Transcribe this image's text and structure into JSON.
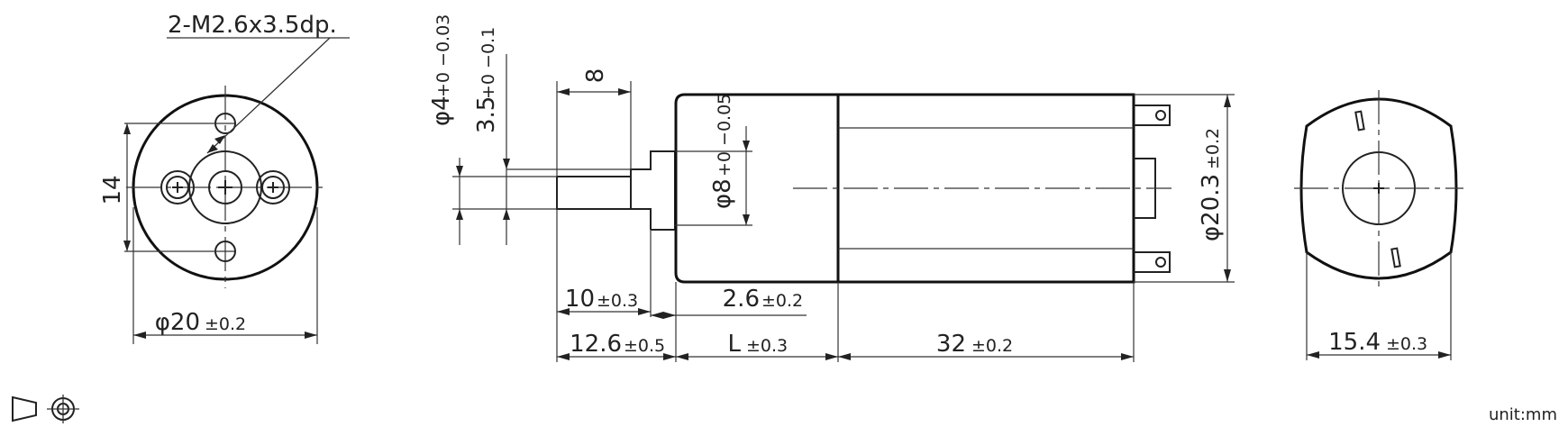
{
  "labels": {
    "thread": "2-M2.6x3.5dp.",
    "dim_14": "14",
    "dia20": "φ20",
    "dia20_tol": "±0.2",
    "phi4": "φ4",
    "phi4_tol": "+0 −0.03",
    "d35": "3.5",
    "d35_tol": "+0 −0.1",
    "d8": "8",
    "phi8": "φ8",
    "phi8_tol": "+0 −0.05",
    "phi203": "φ20.3",
    "phi203_tol": "±0.2",
    "d10": "10",
    "d10_tol": "±0.3",
    "d26": "2.6",
    "d26_tol": "±0.2",
    "d126": "12.6",
    "d126_tol": "±0.5",
    "dL": "L",
    "dL_tol": "±0.3",
    "d32": "32",
    "d32_tol": "±0.2",
    "d154": "15.4",
    "d154_tol": "±0.3",
    "unit": "unit:mm"
  }
}
